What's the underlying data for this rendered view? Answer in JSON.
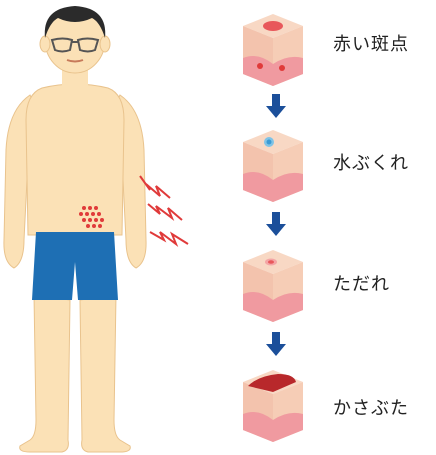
{
  "colors": {
    "skin": "#fbe1b6",
    "skin_outline": "#e9c38d",
    "shorts": "#1e6fb4",
    "rash": "#e03a3a",
    "pain_mark": "#e03a3a",
    "arrow": "#1b4f9a",
    "hair": "#2b2b2b",
    "cube_top": "#f8d8c4",
    "cube_side": "#f3c3ad",
    "cube_lower": "#f09aa0"
  },
  "icons": {
    "person": "man-with-rash-icon",
    "pain": "pain-zigzag-icon",
    "arrow": "arrow-down-icon"
  },
  "steps": [
    {
      "label": "赤い斑点",
      "icon": "red-spots-skin-icon"
    },
    {
      "label": "水ぶくれ",
      "icon": "blister-skin-icon"
    },
    {
      "label": "ただれ",
      "icon": "sore-skin-icon"
    },
    {
      "label": "かさぶた",
      "icon": "scab-skin-icon"
    }
  ]
}
